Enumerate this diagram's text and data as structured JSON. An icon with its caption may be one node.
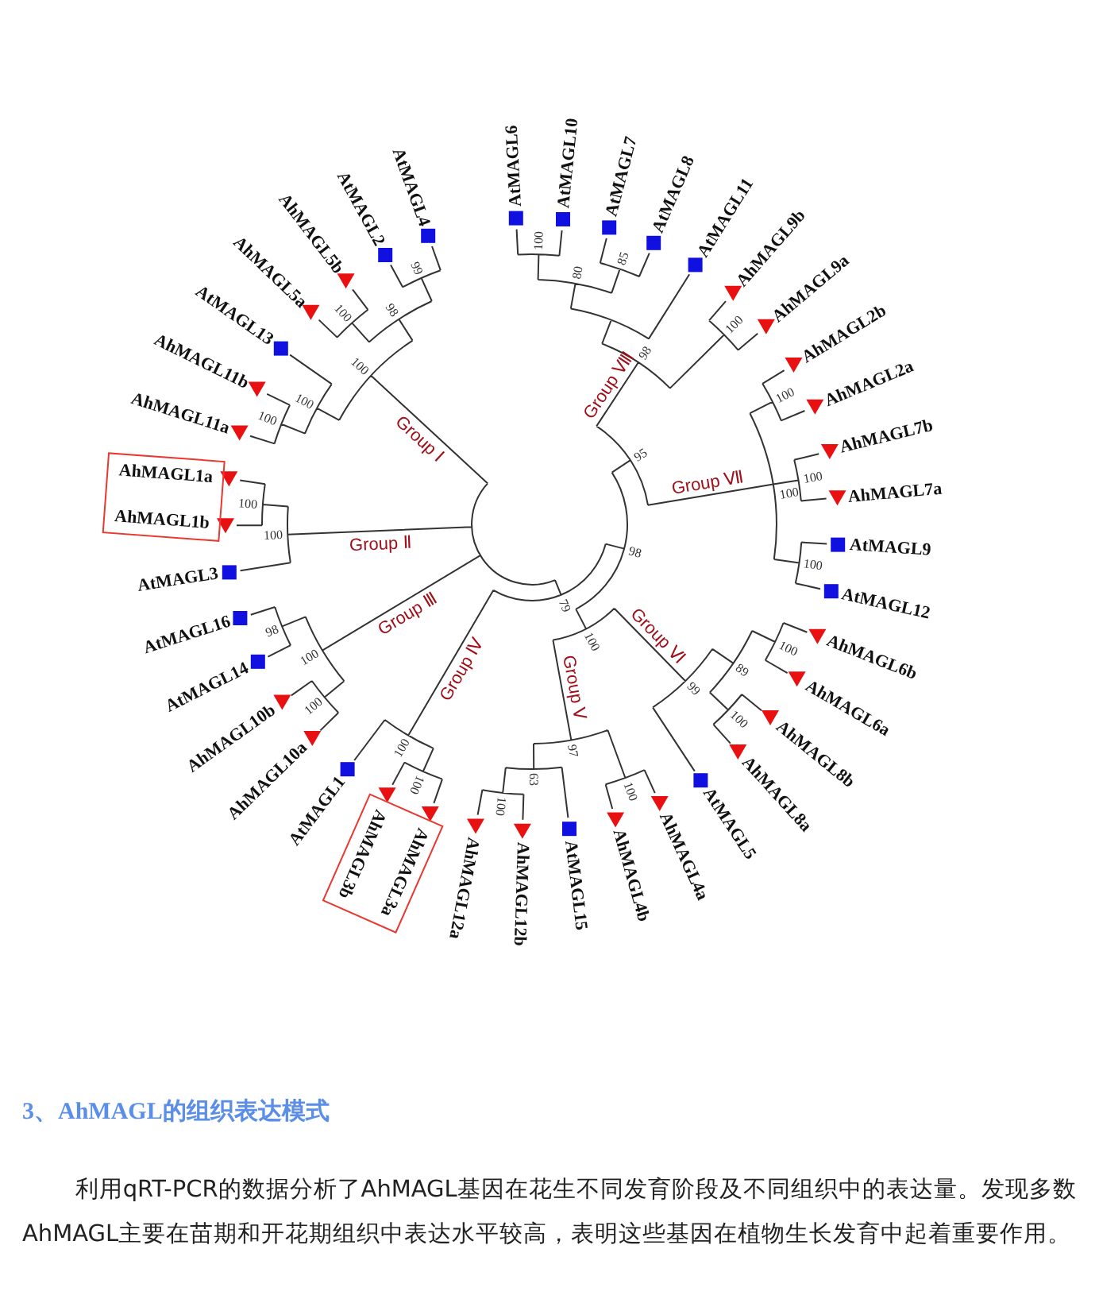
{
  "diagram": {
    "title": "3、AhMAGL的组织表达模式",
    "caption": "利用qRT-PCR的数据分析了AhMAGL基因在花生不同发育阶段及不同组织中的表达量。发现多数AhMAGL主要在苗期和开花期组织中表达水平较高，表明这些基因在植物生长发育中起着重要作用。",
    "nodes": [
      {
        "text": [
          "AhMAGL1a",
          "AhMAGL1b"
        ]
      },
      {
        "text": [
          "AhMAGL3b",
          "AhMAGL3a"
        ]
      }
    ],
    "labels": [
      "AtMAGL6",
      "AtMAGL10",
      "AtMAGL7",
      "AtMAGL8",
      "AtMAGL11",
      "AhMAGL9b",
      "AhMAGL9a",
      "AhMAGL2b",
      "AhMAGL2a",
      "AhMAGL7b",
      "AhMAGL7a",
      "AtMAGL9",
      "AtMAGL12",
      "AhMAGL6b",
      "AhMAGL6a",
      "AhMAGL8b",
      "AhMAGL8a",
      "AtMAGL5",
      "AhMAGL12a",
      "AhMAGL12b",
      "AtMAGL15",
      "AhMAGL4b",
      "AhMAGL4a",
      "AtMAGL1",
      "AhMAGL10a",
      "AhMAGL10b",
      "AtMAGL14",
      "AtMAGL16",
      "AtMAGL3",
      "AhMAGL11a",
      "AhMAGL11b",
      "AtMAGL13",
      "AhMAGL5a",
      "AhMAGL5b",
      "AtMAGL2",
      "AtMAGL4",
      "Group Ⅰ",
      "Group Ⅱ",
      "Group Ⅲ",
      "Group Ⅳ",
      "Group Ⅴ",
      "Group Ⅵ",
      "Group Ⅶ",
      "Group Ⅷ",
      "99",
      "100",
      "98",
      "100",
      "100",
      "100",
      "100",
      "100",
      "100",
      "85",
      "80",
      "98",
      "100",
      "100",
      "95",
      "100",
      "100",
      "98",
      "100",
      "98",
      "100",
      "100",
      "100",
      "100",
      "79",
      "100",
      "99",
      "89",
      "100",
      "100",
      "97",
      "63",
      "100",
      "100"
    ]
  }
}
